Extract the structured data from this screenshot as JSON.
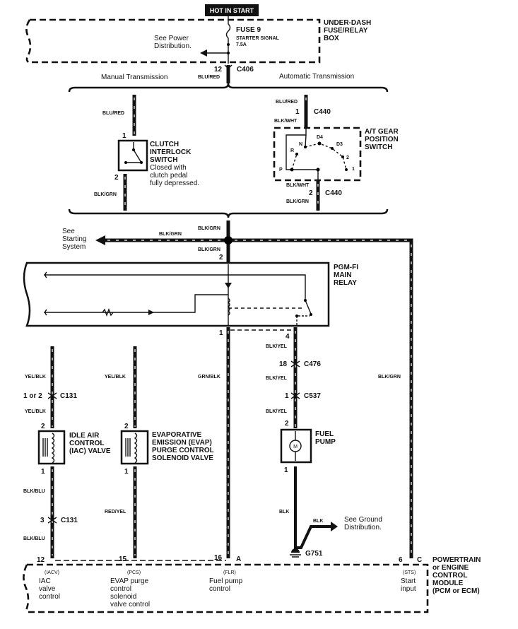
{
  "header": {
    "hot_label": "HOT IN START"
  },
  "fuse_box": {
    "title": [
      "UNDER-DASH",
      "FUSE/RELAY",
      "BOX"
    ],
    "fuse_name": "FUSE 9",
    "fuse_desc": "STARTER SIGNAL",
    "fuse_rating": "7.5A",
    "see_power": [
      "See Power",
      "Distribution."
    ]
  },
  "c406": {
    "pin": "12",
    "name": "C406",
    "wire": "BLU/RED"
  },
  "branches": {
    "manual": "Manual Transmission",
    "automatic": "Automatic Transmission"
  },
  "clutch": {
    "wire_in": "BLU/RED",
    "pin_in": "1",
    "pin_out": "2",
    "wire_out": "BLK/GRN",
    "title": [
      "CLUTCH",
      "INTERLOCK",
      "SWITCH"
    ],
    "note": [
      "Closed with",
      "clutch pedal",
      "fully depressed."
    ]
  },
  "at_switch": {
    "wire_in": "BLU/RED",
    "c440_top_pin": "1",
    "c440": "C440",
    "wire_mid": "BLK/WHT",
    "title": [
      "A/T GEAR",
      "POSITION",
      "SWITCH"
    ],
    "positions": [
      "P",
      "R",
      "N",
      "D4",
      "D3",
      "2",
      "1"
    ],
    "wire_out": "BLK/WHT",
    "c440_bottom_pin": "2",
    "wire_bottom": "BLK/GRN"
  },
  "starting": {
    "see": [
      "See",
      "Starting",
      "System"
    ],
    "wire_left": "BLK/GRN",
    "wire_top": "BLK/GRN",
    "wire_below": "BLK/GRN",
    "relay_pin_in": "2"
  },
  "relay": {
    "title": [
      "PGM-FI",
      "MAIN",
      "RELAY"
    ],
    "pin_1": "1",
    "pin_4": "4"
  },
  "fuel_branch": {
    "wire_1": "BLK/YEL",
    "c476_pin": "18",
    "c476": "C476",
    "wire_2": "BLK/YEL",
    "c537_pin": "1",
    "c537": "C537",
    "wire_3": "BLK/YEL",
    "pump_pin_in": "2",
    "pump_title": [
      "FUEL",
      "PUMP"
    ],
    "motor": "M",
    "pump_pin_out": "1",
    "ground_wire": "BLK",
    "ground_branch_wire": "BLK",
    "see_ground": [
      "See Ground",
      "Distribution."
    ],
    "ground": "G751"
  },
  "iac": {
    "wire_1": "YEL/BLK",
    "c131_pin": "1 or 2",
    "c131": "C131",
    "wire_2": "YEL/BLK",
    "pin_in": "2",
    "title": [
      "IDLE AIR",
      "CONTROL",
      "(IAC) VALVE"
    ],
    "pin_out": "1",
    "wire_3": "BLK/BLU",
    "c131b_pin": "3",
    "c131b": "C131",
    "wire_4": "BLK/BLU"
  },
  "evap": {
    "wire_1": "YEL/BLK",
    "pin_in": "2",
    "title": [
      "EVAPORATIVE",
      "EMISSION (EVAP)",
      "PURGE CONTROL",
      "SOLENOID VALVE"
    ],
    "pin_out": "1",
    "wire_2": "RED/YEL"
  },
  "flr_wire": "GRN/BLK",
  "sts_wire": "BLK/GRN",
  "pcm": {
    "title": [
      "POWERTRAIN",
      "or ENGINE",
      "CONTROL",
      "MODULE",
      "(PCM or ECM)"
    ],
    "terminals": [
      {
        "pin": "12",
        "code": "(IACV)",
        "desc": [
          "IAC",
          "valve",
          "control"
        ]
      },
      {
        "pin": "15",
        "code": "(PCS)",
        "desc": [
          "EVAP purge",
          "control",
          "solenoid",
          "valve control"
        ]
      },
      {
        "pin": "16",
        "conn": "A",
        "code": "(FLR)",
        "desc": [
          "Fuel pump",
          "control"
        ]
      },
      {
        "pin": "6",
        "conn": "C",
        "code": "(STS)",
        "desc": [
          "Start",
          "input"
        ]
      }
    ]
  }
}
